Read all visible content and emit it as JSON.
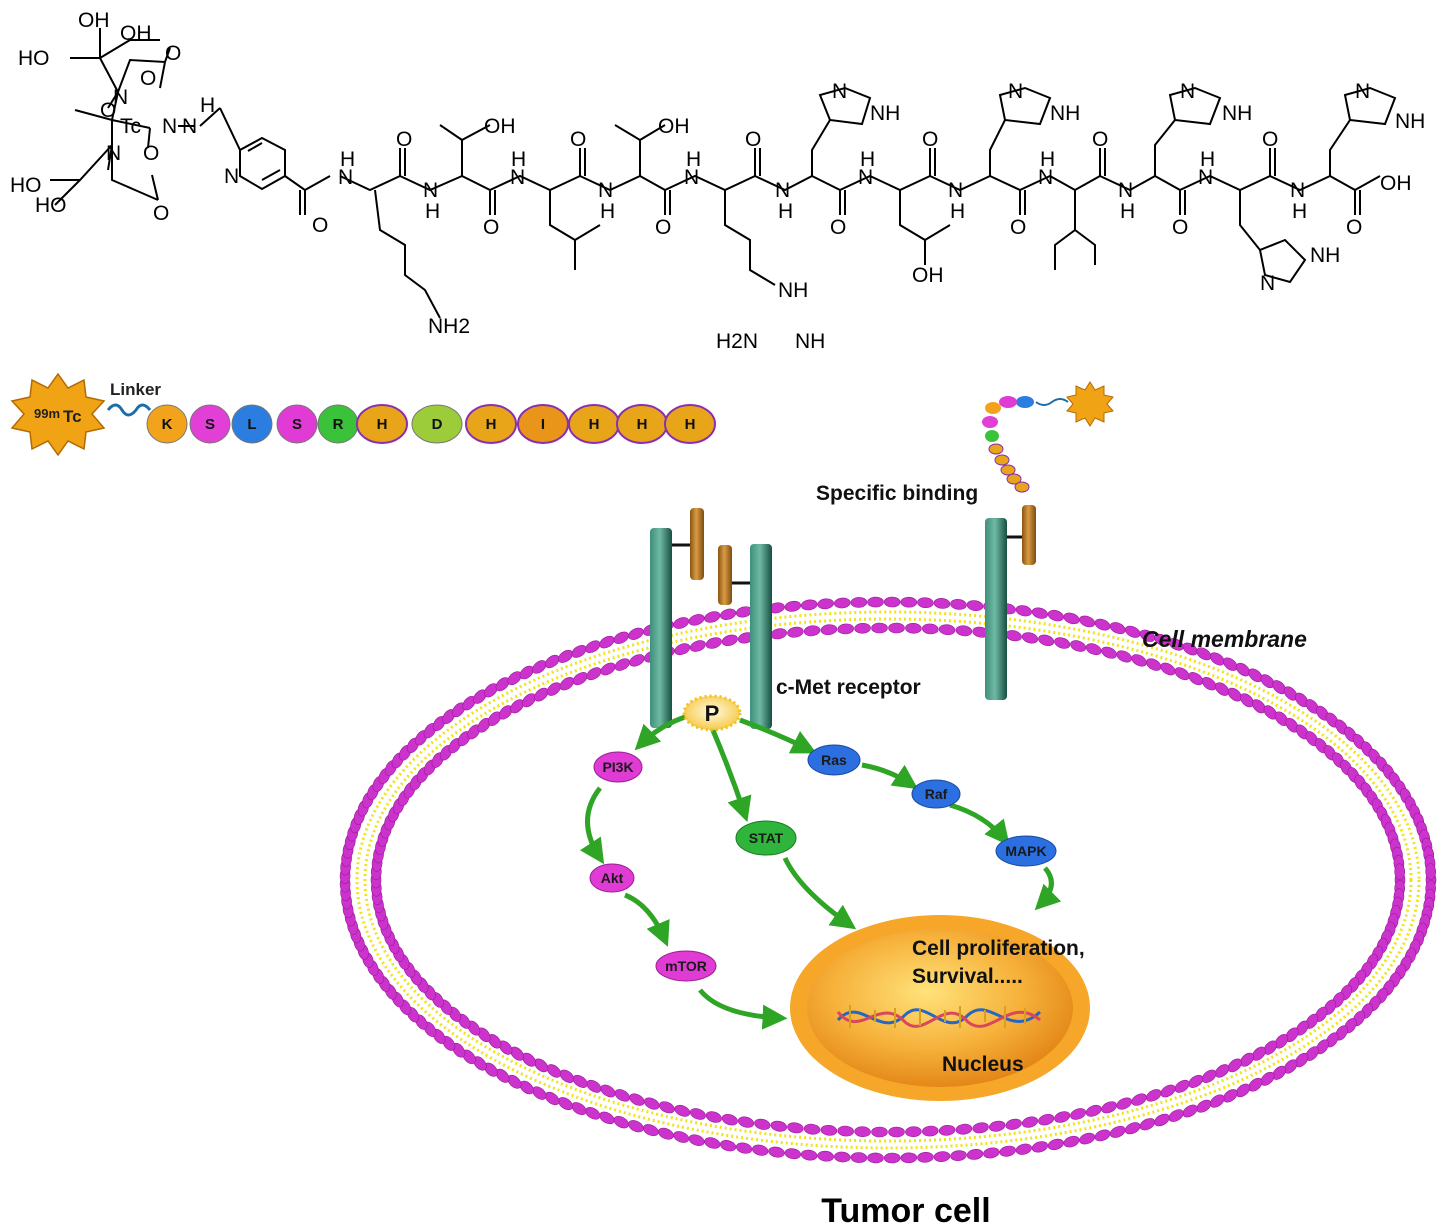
{
  "chemical_structure": {
    "metal": "Tc",
    "atoms": {
      "hydroxyl": "OH",
      "hydroxyl_left": "HO",
      "nitrogen": "N",
      "oxygen": "O",
      "nh": "NH",
      "h": "H",
      "nh2": "NH2",
      "amine": "NH",
      "guanidine_amine": "H2N"
    }
  },
  "peptide": {
    "label_99m": "99m",
    "label_tc": "Tc",
    "linker_label": "Linker",
    "residues": [
      "K",
      "S",
      "L",
      "S",
      "R",
      "H",
      "D",
      "H",
      "I",
      "H",
      "H",
      "H"
    ],
    "residue_colors": [
      "#f3a21c",
      "#e23fd6",
      "#2b7de0",
      "#e03bd4",
      "#3ac23a",
      "#e8a51a",
      "#9ccc3a",
      "#e8a51a",
      "#e8951a",
      "#e8a51a",
      "#e8a51a",
      "#e8a51a"
    ]
  },
  "diagram": {
    "specific_binding": "Specific binding",
    "cell_membrane": "Cell membrane",
    "receptor": "c-Met receptor",
    "phospho": "P",
    "proteins": {
      "pi3k": "PI3K",
      "akt": "Akt",
      "mtor": "mTOR",
      "stat": "STAT",
      "ras": "Ras",
      "raf": "Raf",
      "mapk": "MAPK"
    },
    "outcome_line1": "Cell proliferation,",
    "outcome_line2": "Survival.....",
    "nucleus": "Nucleus",
    "title": "Tumor cell"
  },
  "colors": {
    "membrane_head": "#cc33cc",
    "membrane_tail": "#f2e21a",
    "receptor": "#1f6b5a",
    "ligand": "#b5741f",
    "arrow": "#2fa526",
    "nucleus": "#f5a020",
    "star": "#f1a316"
  }
}
